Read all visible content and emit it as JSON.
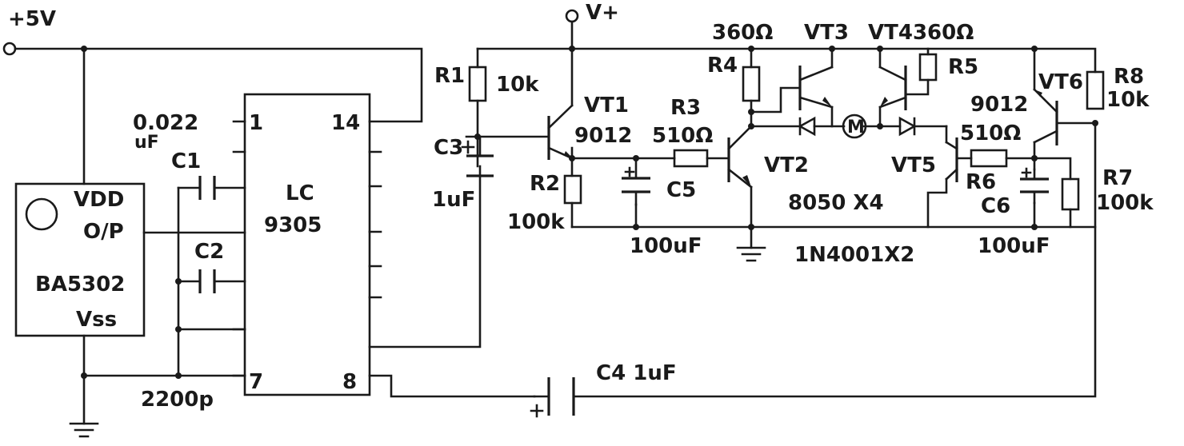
{
  "labels": {
    "supply_5v": "+5V",
    "supply_vplus": "V+",
    "c_0022": "0.022",
    "c_0022_unit": "uF",
    "c1": "C1",
    "c2": "C2",
    "c_2200p": "2200p",
    "ba_vdd": "VDD",
    "ba_op": "O/P",
    "ba_name": "BA5302",
    "ba_vss": "Vss",
    "lc_line1": "LC",
    "lc_line2": "9305",
    "pin1": "1",
    "pin14": "14",
    "pin7": "7",
    "pin8": "8",
    "r1": "R1",
    "r1_val": "10k",
    "c3": "C3",
    "c3_val": "1uF",
    "vt1": "VT1",
    "vt1_type": "9012",
    "r2": "R2",
    "r2_val": "100k",
    "r3": "R3",
    "r3_val": "510Ω",
    "c5": "C5",
    "c5_val": "100uF",
    "vt2": "VT2",
    "r4_val": "360Ω",
    "r4": "R4",
    "vt3": "VT3",
    "vt4_r5": "VT4360Ω",
    "r5": "R5",
    "motor": "M",
    "transistors_note": "8050 X4",
    "diodes_note": "1N4001X2",
    "vt5": "VT5",
    "r6_val": "510Ω",
    "r6": "R6",
    "c6": "C6",
    "c6_val": "100uF",
    "vt6": "VT6",
    "vt6_type": "9012",
    "r8": "R8",
    "r8_val": "10k",
    "r7": "R7",
    "r7_val": "100k",
    "c4": "C4 1uF"
  }
}
